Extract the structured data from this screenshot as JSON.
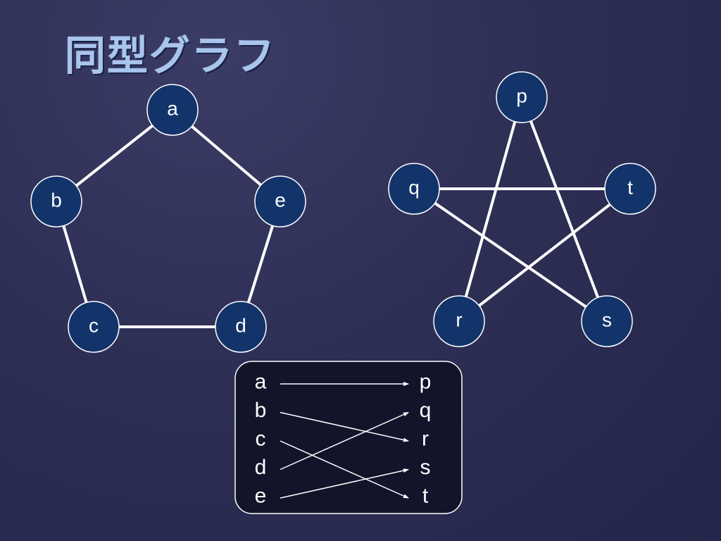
{
  "title": "同型グラフ",
  "graph_left": {
    "nodes": [
      {
        "id": "a",
        "label": "a"
      },
      {
        "id": "b",
        "label": "b"
      },
      {
        "id": "c",
        "label": "c"
      },
      {
        "id": "d",
        "label": "d"
      },
      {
        "id": "e",
        "label": "e"
      }
    ],
    "edges": [
      [
        "a",
        "b"
      ],
      [
        "b",
        "c"
      ],
      [
        "c",
        "d"
      ],
      [
        "d",
        "e"
      ],
      [
        "e",
        "a"
      ]
    ]
  },
  "graph_right": {
    "nodes": [
      {
        "id": "p",
        "label": "p"
      },
      {
        "id": "q",
        "label": "q"
      },
      {
        "id": "r",
        "label": "r"
      },
      {
        "id": "s",
        "label": "s"
      },
      {
        "id": "t",
        "label": "t"
      }
    ],
    "edges": [
      [
        "p",
        "r"
      ],
      [
        "r",
        "t"
      ],
      [
        "t",
        "q"
      ],
      [
        "q",
        "s"
      ],
      [
        "s",
        "p"
      ]
    ]
  },
  "mapping": {
    "left": [
      "a",
      "b",
      "c",
      "d",
      "e"
    ],
    "right": [
      "p",
      "q",
      "r",
      "s",
      "t"
    ],
    "arrows": [
      [
        "a",
        "p"
      ],
      [
        "b",
        "r"
      ],
      [
        "c",
        "t"
      ],
      [
        "d",
        "q"
      ],
      [
        "e",
        "s"
      ]
    ]
  },
  "colors": {
    "node_fill": "#12346a",
    "title": "#a9c5ee"
  }
}
